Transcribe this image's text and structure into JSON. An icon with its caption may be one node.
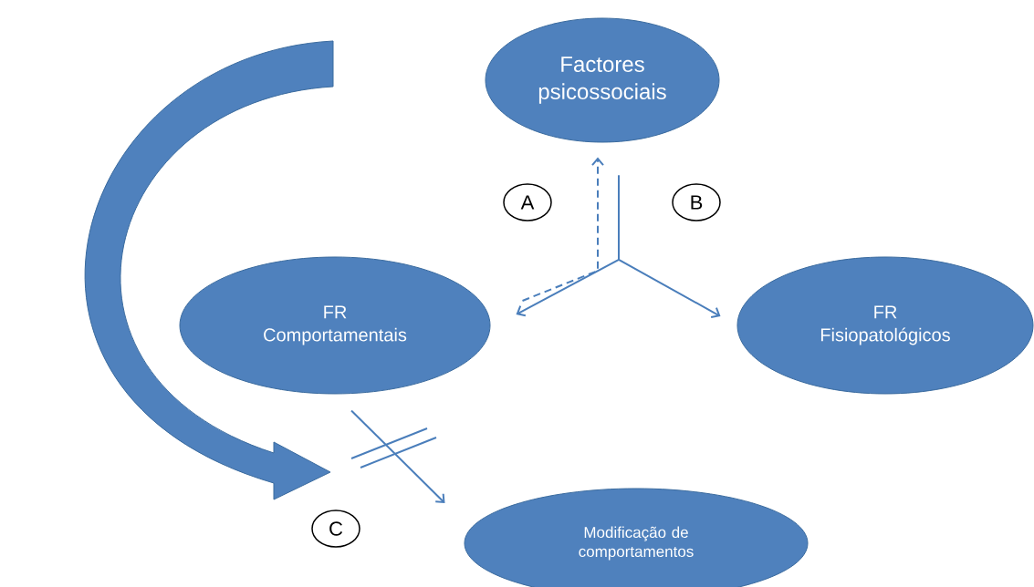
{
  "diagram": {
    "nodes": [
      {
        "text": [
          "Factores psicossociais"
        ]
      },
      {
        "text": [
          "A"
        ]
      },
      {
        "text": [
          "B"
        ]
      },
      {
        "text": [
          "FR Comportamentais"
        ]
      },
      {
        "text": [
          "FR Fisiopatológicos"
        ]
      },
      {
        "text": [
          "C"
        ]
      },
      {
        "text": [
          "Modificação de comportamentos"
        ]
      }
    ],
    "edges": [
      {
        "from": 3,
        "to": 0,
        "arrow": "to",
        "style": "dashed"
      },
      {
        "from": 0,
        "to": 3,
        "arrow": "to"
      },
      {
        "from": 0,
        "to": 4,
        "arrow": "to"
      },
      {
        "from": 3,
        "to": 6,
        "arrow": "to"
      }
    ]
  }
}
